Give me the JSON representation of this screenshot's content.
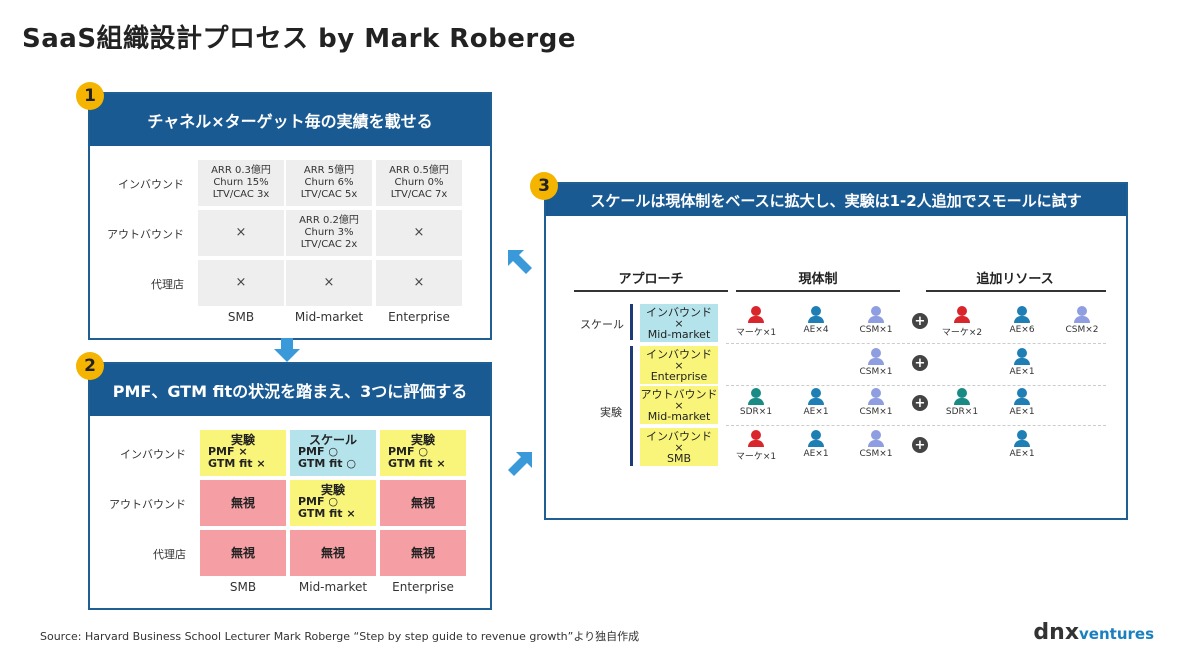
{
  "title": "SaaS組織設計プロセス by Mark Roberge",
  "colors": {
    "primary": "#1a5a92",
    "badge": "#f5b400",
    "yellow": "#f9f57a",
    "blue": "#b4e3ec",
    "pink": "#f59fa4",
    "arrow": "#3a9ad9"
  },
  "panel1": {
    "badge": "1",
    "header": "チャネル×ターゲット毎の実績を載せる",
    "rows": [
      "インバウンド",
      "アウトバウンド",
      "代理店"
    ],
    "cols": [
      "SMB",
      "Mid-market",
      "Enterprise"
    ],
    "cells": [
      [
        [
          "ARR 0.3億円",
          "Churn 15%",
          "LTV/CAC 3x"
        ],
        [
          "ARR 5億円",
          "Churn 6%",
          "LTV/CAC 5x"
        ],
        [
          "ARR 0.5億円",
          "Churn 0%",
          "LTV/CAC 7x"
        ]
      ],
      [
        [
          "×"
        ],
        [
          "ARR 0.2億円",
          "Churn 3%",
          "LTV/CAC 2x"
        ],
        [
          "×"
        ]
      ],
      [
        [
          "×"
        ],
        [
          "×"
        ],
        [
          "×"
        ]
      ]
    ]
  },
  "panel2": {
    "badge": "2",
    "header": "PMF、GTM fitの状況を踏まえ、3つに評価する",
    "rows": [
      "インバウンド",
      "アウトバウンド",
      "代理店"
    ],
    "cols": [
      "SMB",
      "Mid-market",
      "Enterprise"
    ],
    "cells": [
      [
        {
          "type": "yellow",
          "head": "実験",
          "lines": [
            "PMF ×",
            "GTM fit ×"
          ]
        },
        {
          "type": "blue",
          "head": "スケール",
          "lines": [
            "PMF ○",
            "GTM fit ○"
          ]
        },
        {
          "type": "yellow",
          "head": "実験",
          "lines": [
            "PMF ○",
            "GTM fit ×"
          ]
        }
      ],
      [
        {
          "type": "pink",
          "head": "無視",
          "lines": []
        },
        {
          "type": "yellow",
          "head": "実験",
          "lines": [
            "PMF ○",
            "GTM fit ×"
          ]
        },
        {
          "type": "pink",
          "head": "無視",
          "lines": []
        }
      ],
      [
        {
          "type": "pink",
          "head": "無視",
          "lines": []
        },
        {
          "type": "pink",
          "head": "無視",
          "lines": []
        },
        {
          "type": "pink",
          "head": "無視",
          "lines": []
        }
      ]
    ]
  },
  "panel3": {
    "badge": "3",
    "header": "スケールは現体制をベースに拡大し、実験は1-2人追加でスモールに試す",
    "headings": {
      "approach": "アプローチ",
      "current": "現体制",
      "added": "追加リソース"
    },
    "row_tags": {
      "scale": "スケール",
      "experiment": "実験"
    },
    "rows": [
      {
        "box": [
          "インバウンド",
          "×",
          "Mid-market"
        ],
        "box_color": "blue",
        "current": [
          {
            "label": "マーケ×1",
            "color": "#d9262c"
          },
          {
            "label": "AE×4",
            "color": "#1f7fb5"
          },
          {
            "label": "CSM×1",
            "color": "#8e9ee0"
          }
        ],
        "added": [
          {
            "label": "マーケ×2",
            "color": "#d9262c"
          },
          {
            "label": "AE×6",
            "color": "#1f7fb5"
          },
          {
            "label": "CSM×2",
            "color": "#8e9ee0"
          }
        ]
      },
      {
        "box": [
          "インバウンド",
          "×",
          "Enterprise"
        ],
        "box_color": "yellow",
        "current": [
          null,
          null,
          {
            "label": "CSM×1",
            "color": "#8e9ee0"
          }
        ],
        "added": [
          null,
          {
            "label": "AE×1",
            "color": "#1f7fb5"
          },
          null
        ]
      },
      {
        "box": [
          "アウトバウンド",
          "×",
          "Mid-market"
        ],
        "box_color": "yellow",
        "current": [
          {
            "label": "SDR×1",
            "color": "#1a8a84"
          },
          {
            "label": "AE×1",
            "color": "#1f7fb5"
          },
          {
            "label": "CSM×1",
            "color": "#8e9ee0"
          }
        ],
        "added": [
          {
            "label": "SDR×1",
            "color": "#1a8a84"
          },
          {
            "label": "AE×1",
            "color": "#1f7fb5"
          },
          null
        ]
      },
      {
        "box": [
          "インバウンド",
          "×",
          "SMB"
        ],
        "box_color": "yellow",
        "current": [
          {
            "label": "マーケ×1",
            "color": "#d9262c"
          },
          {
            "label": "AE×1",
            "color": "#1f7fb5"
          },
          {
            "label": "CSM×1",
            "color": "#8e9ee0"
          }
        ],
        "added": [
          null,
          {
            "label": "AE×1",
            "color": "#1f7fb5"
          },
          null
        ]
      }
    ],
    "plus": "+"
  },
  "source": "Source: Harvard Business School Lecturer Mark Roberge “Step by step guide to revenue growth”より独自作成",
  "logo": {
    "part1": "dnx",
    "part2": "ventures"
  }
}
